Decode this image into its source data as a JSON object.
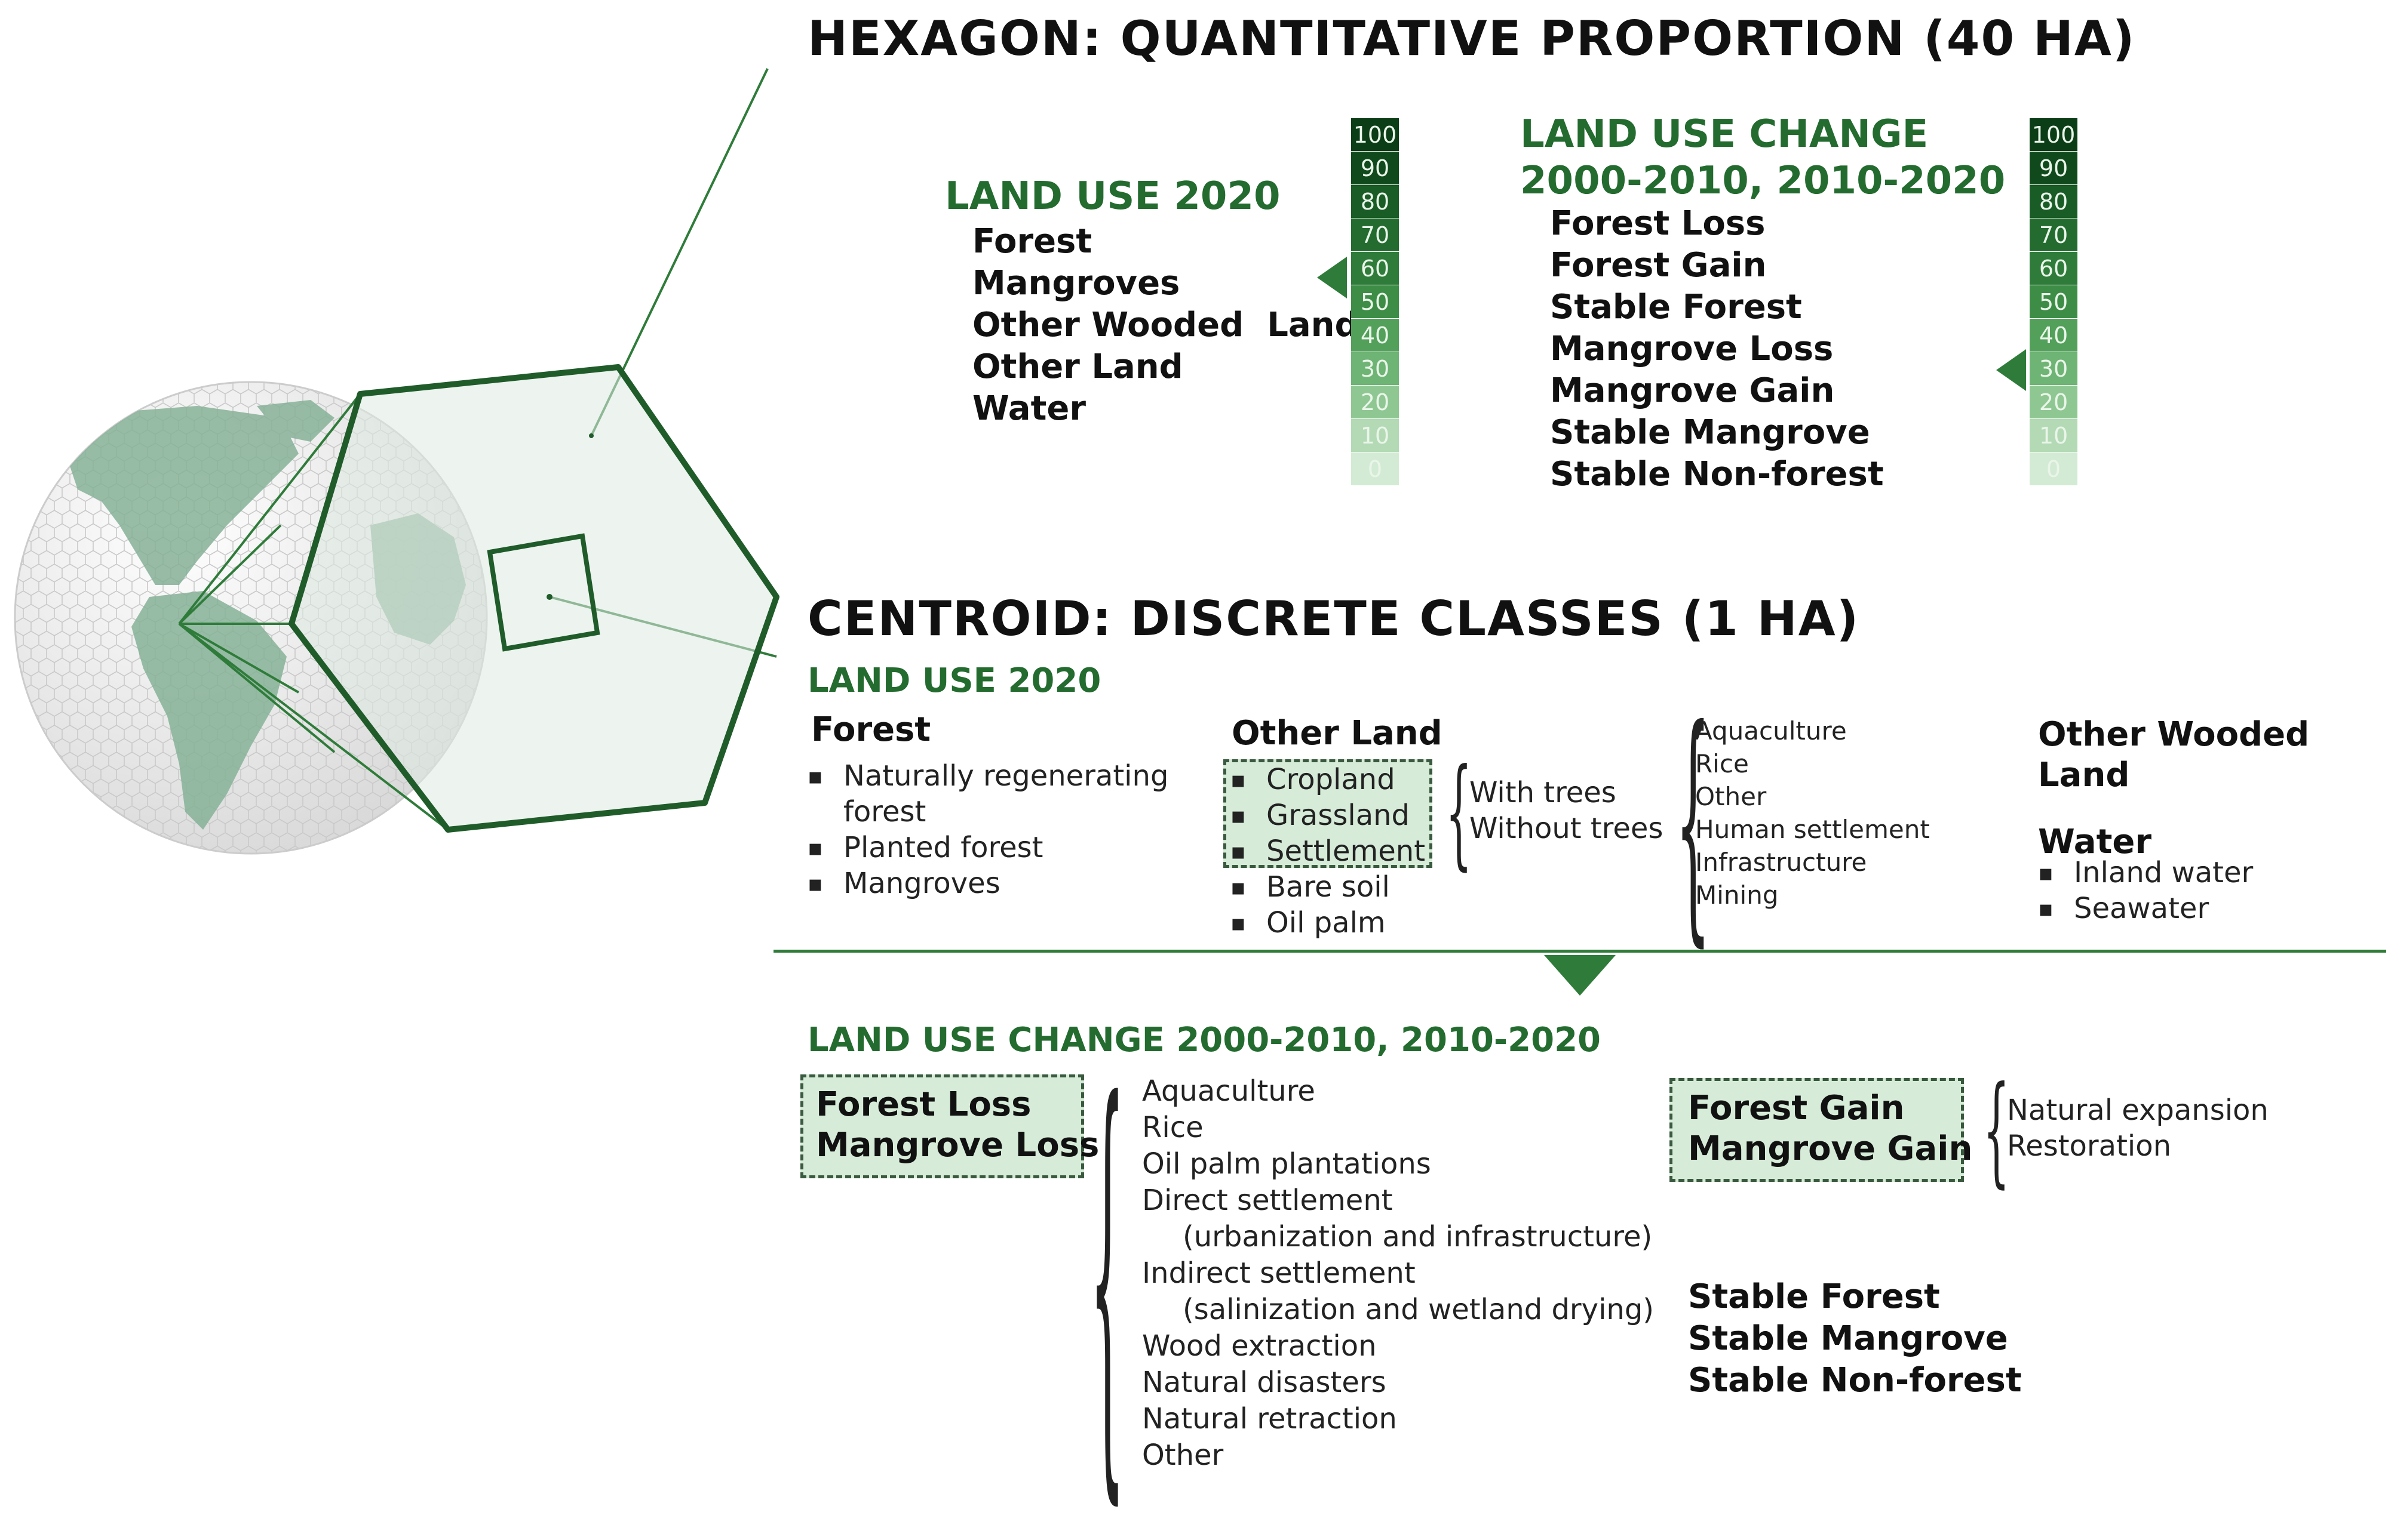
{
  "hexagon": {
    "title": "HEXAGON: QUANTITATIVE PROPORTION (40 HA)",
    "land_use": {
      "heading": "LAND USE 2020",
      "items": [
        "Forest",
        "Mangroves",
        "Other Wooded  Land",
        "Other Land",
        "Water"
      ]
    },
    "change": {
      "heading_line1": "LAND USE CHANGE",
      "heading_line2": "2000-2010, 2010-2020",
      "items": [
        "Forest Loss",
        "Forest Gain",
        "Stable Forest",
        "Mangrove Loss",
        "Mangrove Gain",
        "Stable Mangrove",
        "Stable Non-forest"
      ]
    },
    "scale_values": [
      "100",
      "90",
      "80",
      "70",
      "60",
      "50",
      "40",
      "30",
      "20",
      "10",
      "0"
    ],
    "scale_colors": [
      "#0b3d16",
      "#104a1c",
      "#1a5c26",
      "#236b2f",
      "#2f7c3a",
      "#3e8d47",
      "#52a05a",
      "#6eb474",
      "#8fc792",
      "#b3dab5",
      "#d3ebd4"
    ],
    "land_use_pointer_value": 60,
    "change_pointer_value": 30
  },
  "centroid": {
    "title": "CENTROID: DISCRETE CLASSES (1 HA)",
    "land_use_heading": "LAND USE 2020",
    "forest": {
      "label": "Forest",
      "items": [
        "Naturally regenerating",
        "forest",
        "Planted forest",
        "Mangroves"
      ]
    },
    "other_land": {
      "label": "Other Land",
      "boxed_items": [
        "Cropland",
        "Grassland",
        "Settlement"
      ],
      "items": [
        "Bare soil",
        "Oil palm"
      ],
      "tree_options": [
        "With trees",
        "Without trees"
      ],
      "subtypes": [
        "Aquaculture",
        "Rice",
        "Other",
        "Human settlement",
        "Infrastructure",
        "Mining"
      ]
    },
    "other_wooded": {
      "line1": "Other Wooded",
      "line2": "Land"
    },
    "water": {
      "label": "Water",
      "items": [
        "Inland water",
        "Seawater"
      ]
    },
    "change_heading": "LAND USE CHANGE 2000-2010, 2010-2020",
    "loss_box": [
      "Forest Loss",
      "Mangrove Loss"
    ],
    "loss_drivers": [
      "Aquaculture",
      "Rice",
      "Oil palm plantations",
      "Direct settlement",
      "(urbanization and infrastructure)",
      "Indirect settlement",
      "(salinization and wetland drying)",
      "Wood extraction",
      "Natural disasters",
      "Natural retraction",
      "Other"
    ],
    "gain_box": [
      "Forest Gain",
      "Mangrove Gain"
    ],
    "gain_drivers": [
      "Natural expansion",
      "Restoration"
    ],
    "stable": [
      "Stable Forest",
      "Stable Mangrove",
      "Stable Non-forest"
    ]
  },
  "colors": {
    "accent": "#236b2f",
    "box_fill": "#d6ecd8",
    "hex_fill": "#dfe9e2"
  }
}
